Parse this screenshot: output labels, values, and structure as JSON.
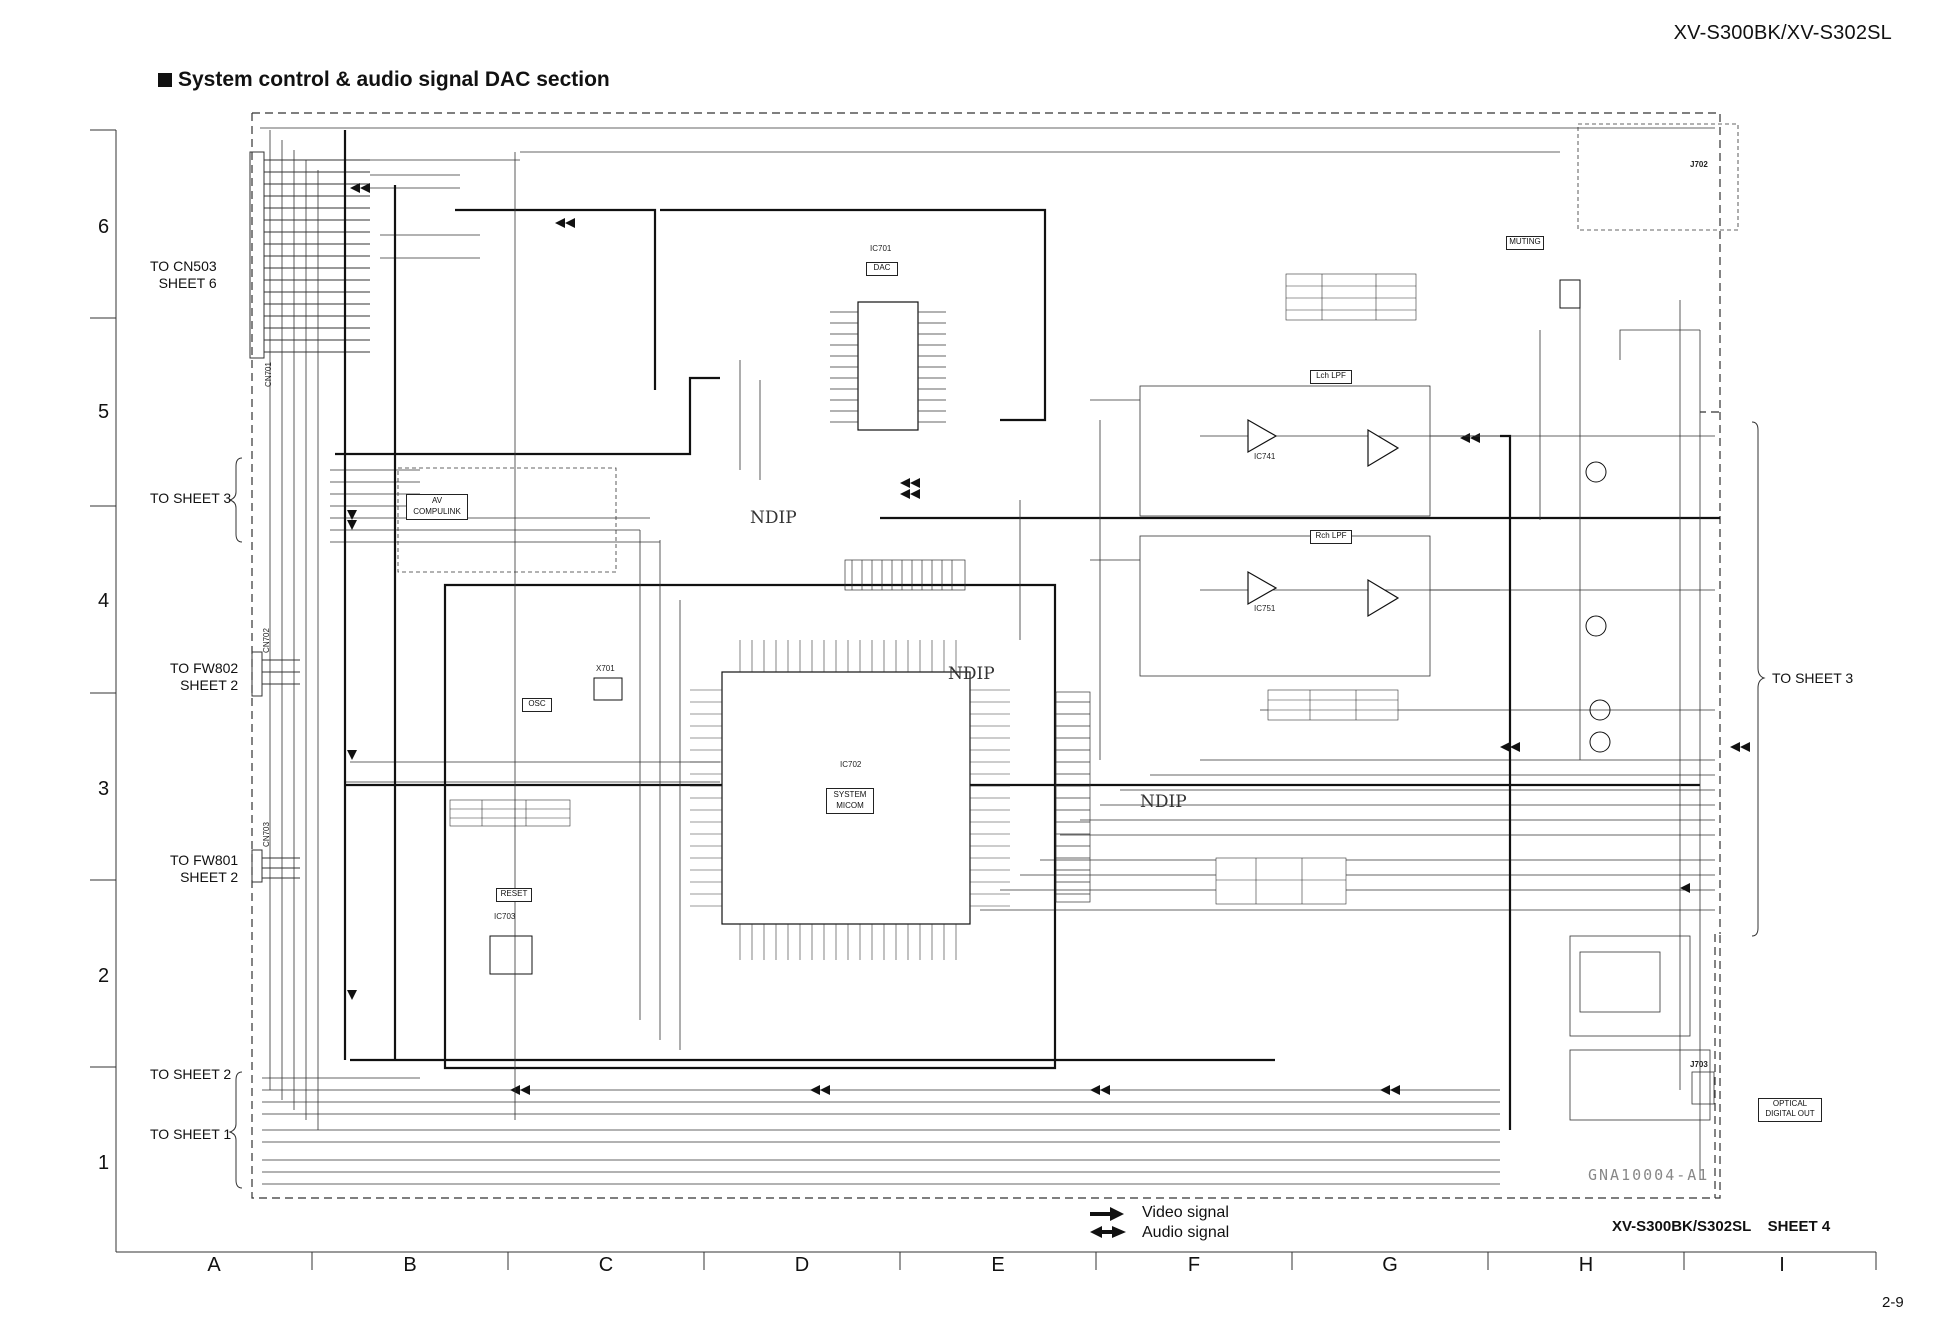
{
  "header": {
    "model": "XV-S300BK/XV-S302SL",
    "section_title": "System control & audio signal DAC section"
  },
  "row_labels": [
    "6",
    "5",
    "4",
    "3",
    "2",
    "1"
  ],
  "column_labels": [
    "A",
    "B",
    "C",
    "D",
    "E",
    "F",
    "G",
    "H",
    "I"
  ],
  "connector_labels": {
    "to_cn503": "TO CN503\nSHEET 6",
    "to_sheet3_left": "TO SHEET 3",
    "to_fw802": "TO FW802\nSHEET 2",
    "to_fw801": "TO FW801\nSHEET 2",
    "to_sheet2": "TO SHEET 2",
    "to_sheet1": "TO SHEET 1",
    "to_sheet3_right": "TO SHEET 3"
  },
  "blocks": {
    "dac": "DAC",
    "system_micom": "SYSTEM\nMICOM",
    "osc": "OSC",
    "reset": "RESET",
    "av_compulink": "AV\nCOMPULINK",
    "lch_lpf": "Lch LPF",
    "rch_lpf": "Rch LPF",
    "muting": "MUTING",
    "optical_out": "OPTICAL\nDIGITAL OUT"
  },
  "components": {
    "ic701": "IC701",
    "ic702": "IC702",
    "ic703": "IC703",
    "ic741": "IC741",
    "ic751": "IC751",
    "j702": "J702",
    "j703": "J703",
    "x701": "X701",
    "cn701": "CN701",
    "cn702": "CN702",
    "cn703": "CN703"
  },
  "ndip_marks": [
    "NDIP",
    "NDIP",
    "NDIP"
  ],
  "drawing_code": "GNA10004-A1",
  "legend": {
    "video": "Video signal",
    "audio": "Audio signal"
  },
  "sheet_label": "XV-S300BK/S302SL    SHEET 4",
  "page_number": "2-9"
}
